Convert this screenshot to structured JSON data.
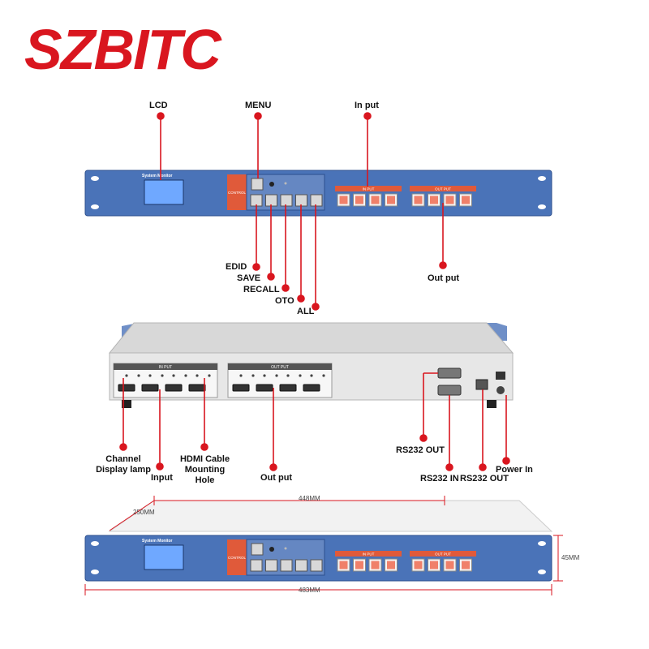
{
  "brand": {
    "logo_text": "SZBITC",
    "color": "#d9161f"
  },
  "front_panel": {
    "screen_title": "System Monitor",
    "control_label": "CONTROL",
    "input_group_label": "IN PUT",
    "output_group_label": "OUT PUT",
    "top_buttons": [
      "MENU"
    ],
    "bottom_buttons": [
      "EDID",
      "SAVE",
      "RECALL",
      "OTO",
      "ALL"
    ],
    "input_key_count": 4,
    "output_key_count": 4
  },
  "front_callouts": {
    "top": [
      "LCD",
      "MENU",
      "In put"
    ],
    "bottom": [
      "EDID",
      "SAVE",
      "RECALL",
      "OTO",
      "ALL",
      "Out put"
    ]
  },
  "back_panel": {
    "input_group_label": "IN PUT",
    "output_group_label": "OUT PUT",
    "input_port_count": 4,
    "output_port_count": 4
  },
  "back_callouts": [
    "Channel\nDisplay lamp",
    "Input",
    "HDMI Cable\nMounting Hole",
    "Out put",
    "RS232 OUT",
    "RS232 IN",
    "RS232 OUT",
    "Power In"
  ],
  "dimensions": {
    "depth": "250MM",
    "inner_width": "448MM",
    "width": "483MM",
    "height": "45MM"
  },
  "colors": {
    "callout": "#d9161f",
    "panel_blue": "#4a73b8",
    "key": "#f0806a"
  }
}
